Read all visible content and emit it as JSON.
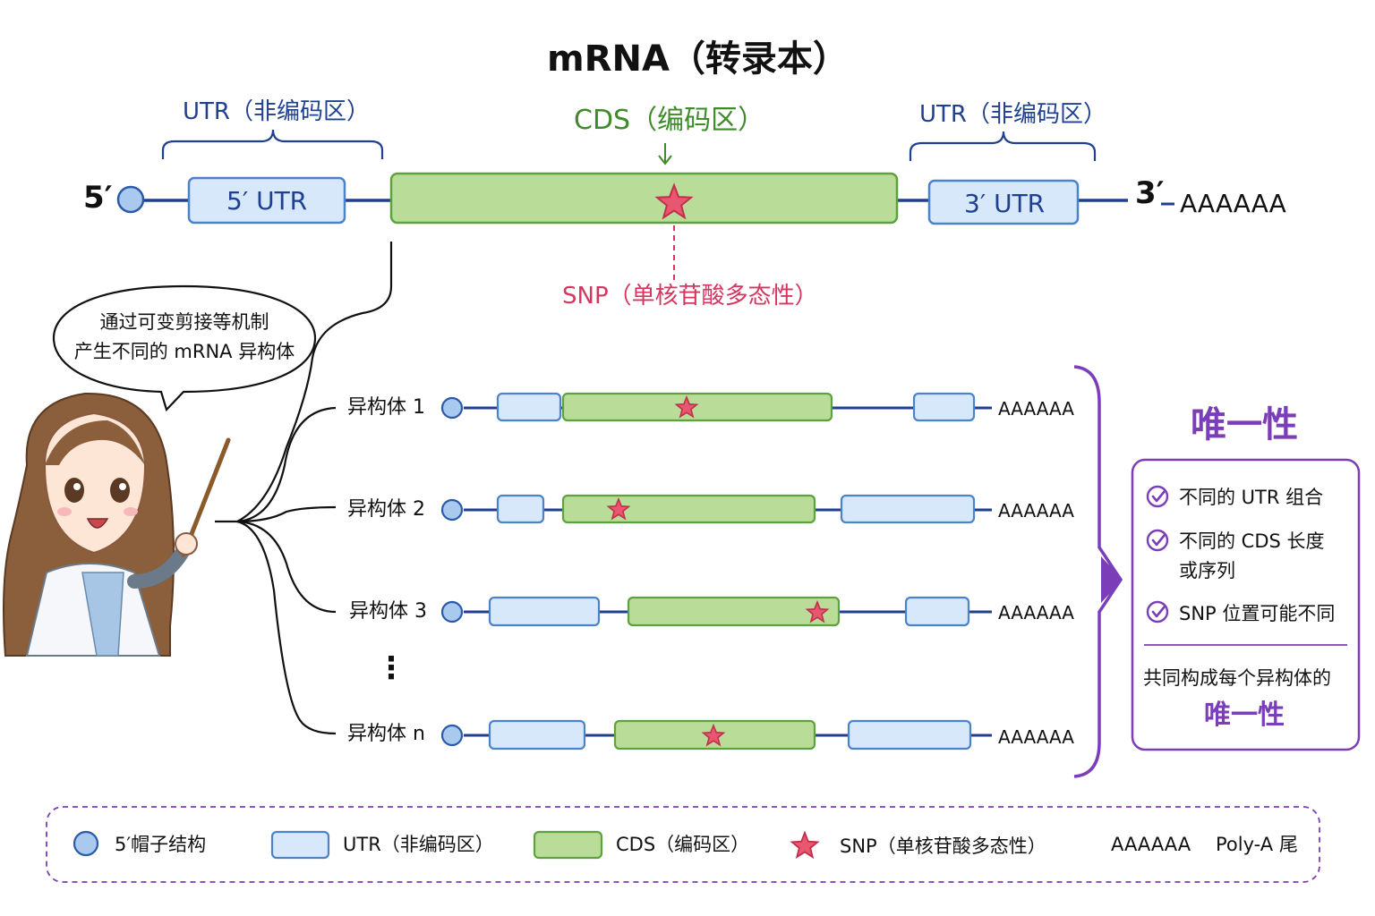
{
  "title": "mRNA（转录本）",
  "mrna": {
    "five_prime": "5′",
    "three_prime": "3′",
    "utr_left_label": "UTR（非编码区）",
    "utr_right_label": "UTR（非编码区）",
    "cds_label": "CDS（编码区）",
    "box_5utr": "5′ UTR",
    "box_3utr": "3′ UTR",
    "poly_a": "AAAAAA",
    "snp_label": "SNP（单核苷酸多态性）",
    "arrow": "↓"
  },
  "bubble": {
    "line1": "通过可变剪接等机制",
    "line2": "产生不同的 mRNA 异构体"
  },
  "isoforms": [
    {
      "label": "异构体 1",
      "poly_a": "AAAAAA"
    },
    {
      "label": "异构体 2",
      "poly_a": "AAAAAA"
    },
    {
      "label": "异构体 3",
      "poly_a": "AAAAAA"
    },
    {
      "label": "异构体 n",
      "poly_a": "AAAAAA"
    }
  ],
  "ellipsis": "⋮",
  "uniqueness": {
    "title": "唯一性",
    "items": [
      "不同的 UTR 组合",
      "不同的 CDS 长度或序列",
      "SNP 位置可能不同"
    ],
    "footer_line1": "共同构成每个异构体的",
    "footer_line2": "唯一性"
  },
  "legend": {
    "cap": "5′帽子结构",
    "utr": "UTR（非编码区）",
    "cds": "CDS（编码区）",
    "snp": "SNP（单核苷酸多态性）",
    "polya_symbol": "AAAAAA",
    "polya_label": "Poly-A 尾"
  },
  "colors": {
    "utr_fill": "#d7e8fb",
    "utr_stroke": "#4a83c9",
    "cds_fill": "#b9dc98",
    "cds_stroke": "#5da23f",
    "backbone": "#1f3f8f",
    "snp_star": "#e8566f",
    "accent_purple": "#7b3db8"
  }
}
